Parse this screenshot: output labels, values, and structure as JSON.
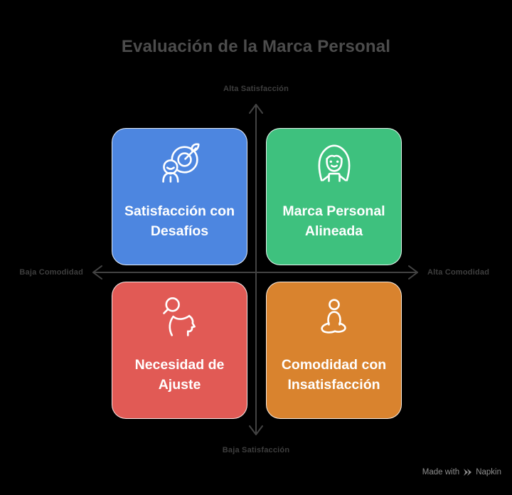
{
  "title": "Evaluación de la Marca Personal",
  "axes": {
    "top": "Alta Satisfacción",
    "bottom": "Baja Satisfacción",
    "left": "Baja Comodidad",
    "right": "Alta Comodidad"
  },
  "quadrants": [
    {
      "position": "top-left",
      "label": "Satisfacción con Desafíos",
      "color": "#4d86e0",
      "icon": "person-target-dart-icon"
    },
    {
      "position": "top-right",
      "label": "Marca Personal Alineada",
      "color": "#3ec17e",
      "icon": "woman-portrait-icon"
    },
    {
      "position": "bottom-left",
      "label": "Necesidad de Ajuste",
      "color": "#e15a55",
      "icon": "magnifier-open-head-icon"
    },
    {
      "position": "bottom-right",
      "label": "Comodidad con Insatisfacción",
      "color": "#d9832e",
      "icon": "meditation-icon"
    }
  ],
  "watermark": {
    "prefix": "Made with",
    "brand": "Napkin",
    "icon": "napkin-logo-icon"
  },
  "colors": {
    "background": "#000000",
    "title_text": "#4c4c4c",
    "axis_text": "#3e3e3e",
    "axis_line": "#434343",
    "card_border": "#ffffff",
    "card_text": "#ffffff",
    "watermark_text": "#8e8e8e"
  }
}
